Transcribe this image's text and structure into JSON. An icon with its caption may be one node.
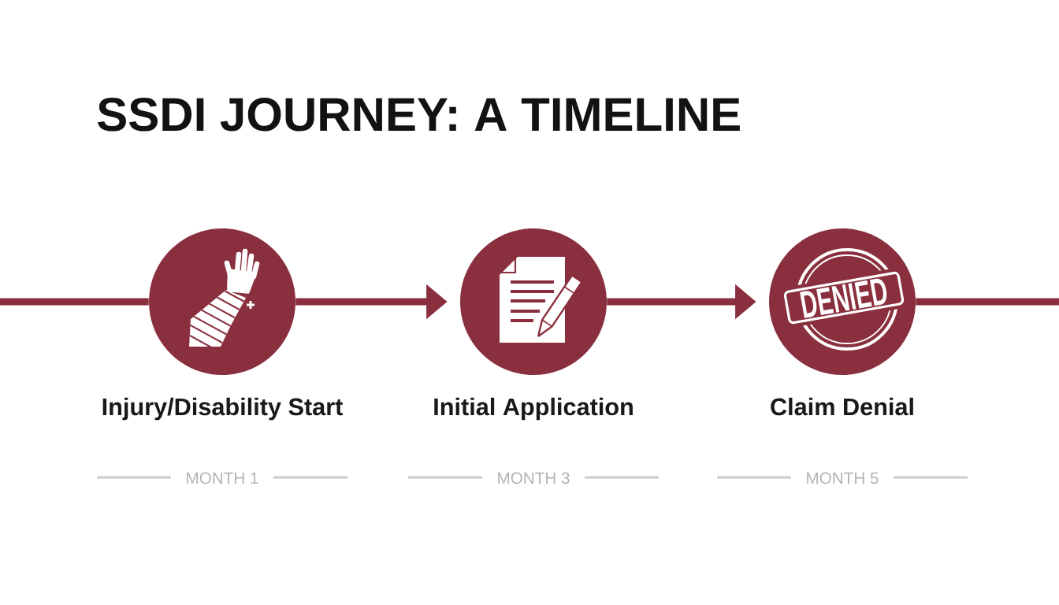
{
  "diagram": {
    "title": "SSDI JOURNEY: A TIMELINE",
    "nodes": [
      {
        "text": [
          "Injury/Disability Start"
        ],
        "beside": [
          "MONTH 1"
        ]
      },
      {
        "text": [
          "Initial Application"
        ],
        "beside": [
          "MONTH 3"
        ]
      },
      {
        "text": [
          "DENIED",
          "Claim Denial"
        ],
        "beside": [
          "MONTH 5"
        ]
      }
    ],
    "edges": [
      {
        "from": null,
        "to": 0,
        "arrow": "none"
      },
      {
        "from": 0,
        "to": 1,
        "arrow": "to"
      },
      {
        "from": 1,
        "to": 2,
        "arrow": "to"
      },
      {
        "from": 2,
        "to": null,
        "arrow": "none"
      }
    ]
  }
}
